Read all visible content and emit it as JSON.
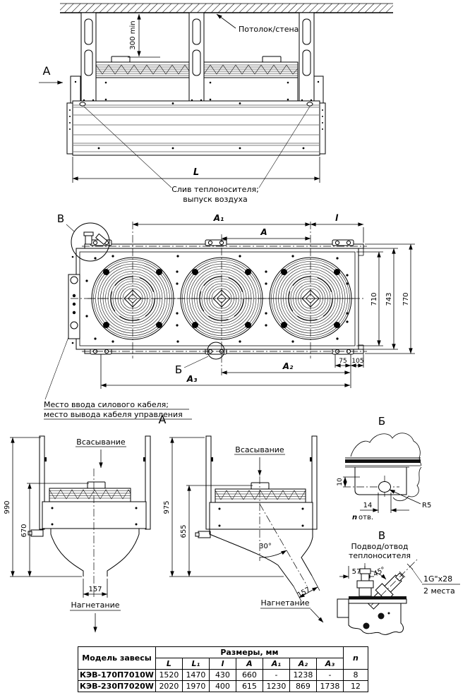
{
  "meta": {
    "background": "#ffffff",
    "line_color": "#000000"
  },
  "fv": {
    "section_arrow": "А",
    "clearance": "300 min",
    "ceiling": "Потолок/стена",
    "length": "L",
    "drain1": "Слив теплоносителя;",
    "drain2": "выпуск воздуха"
  },
  "pv": {
    "detail_v": "В",
    "detail_b": "Б",
    "a1": "А₁",
    "a": "А",
    "l": "l",
    "d710": "710",
    "d743": "743",
    "d770": "770",
    "d75": "75",
    "d105": "105",
    "a2": "А₂",
    "a3": "А₃",
    "cable1": "Место ввода силового кабеля;",
    "cable2": "место вывода кабеля управления"
  },
  "sv": {
    "title": "А",
    "suction": "Всасывание",
    "discharge": "Нагнетание",
    "d990": "990",
    "d670": "670",
    "d975": "975",
    "d655": "655",
    "d157": "157",
    "d30": "30°"
  },
  "db": {
    "title": "Б",
    "d10": "10",
    "d14": "14",
    "n": "n",
    "otv": "отв.",
    "r5": "R5"
  },
  "dv": {
    "title": "В",
    "note1": "Подвод/отвод",
    "note2": "теплоносителя",
    "d57": "57",
    "d45": "45°",
    "thread": "1G\"x28",
    "places": "2 места"
  },
  "table": {
    "model_header": "Модель завесы",
    "sizes_header": "Размеры, мм",
    "n_header": "n",
    "dims": [
      "L",
      "L₁",
      "l",
      "А",
      "А₁",
      "А₂",
      "А₃"
    ],
    "rows": [
      {
        "model": "КЭВ-170П7010W",
        "values": [
          "1520",
          "1470",
          "430",
          "660",
          "-",
          "1238",
          "-",
          "8"
        ]
      },
      {
        "model": "КЭВ-230П7020W",
        "values": [
          "2020",
          "1970",
          "400",
          "615",
          "1230",
          "869",
          "1738",
          "12"
        ]
      }
    ]
  }
}
